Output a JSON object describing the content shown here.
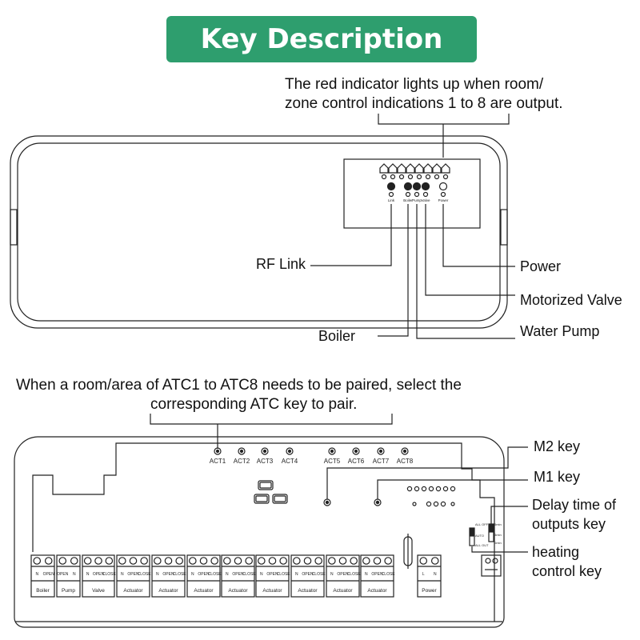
{
  "header": {
    "title": "Key Description"
  },
  "top_panel": {
    "caption_line1": "The red indicator lights up when room/",
    "caption_line2": "zone control indications 1 to 8 are output.",
    "callouts": {
      "rf_link": "RF Link",
      "boiler": "Boiler",
      "power": "Power",
      "motorized_valve": "Motorized Valve",
      "water_pump": "Water Pump"
    },
    "led_labels": {
      "link": "Link",
      "boiler": "Boiler",
      "pump": "Pump",
      "valve": "Valve",
      "power": "Power"
    }
  },
  "bottom_panel": {
    "caption_line1": "When a room/area of ATC1 to ATC8 needs to be paired, select the",
    "caption_line2": "corresponding ATC key to pair.",
    "act_keys": [
      "ACT1",
      "ACT2",
      "ACT3",
      "ACT4",
      "ACT5",
      "ACT6",
      "ACT7",
      "ACT8"
    ],
    "callouts": {
      "m2": "M2 key",
      "m1": "M1  key",
      "delay_line1": "Delay time of",
      "delay_line2": "outputs key",
      "heating_line1": "heating",
      "heating_line2": "control key"
    },
    "switch_labels": {
      "all_off": "ALL OFF",
      "auto": "AUTO",
      "all_out": "ALL OUT",
      "min_a": "5min",
      "min_b": "3min",
      "min_c": "0min"
    },
    "terminals": [
      {
        "pins": [
          "N",
          "OPEN"
        ],
        "name": "Boiler"
      },
      {
        "pins": [
          "OPEN",
          "N"
        ],
        "name": "Pump"
      },
      {
        "pins": [
          "N",
          "OPEN",
          "CLOSE"
        ],
        "name": "Valve"
      },
      {
        "pins": [
          "N",
          "OPEN",
          "CLOSE"
        ],
        "name": "Actuator"
      },
      {
        "pins": [
          "N",
          "OPEN",
          "CLOSE"
        ],
        "name": "Actuator"
      },
      {
        "pins": [
          "N",
          "OPEN",
          "CLOSE"
        ],
        "name": "Actuator"
      },
      {
        "pins": [
          "N",
          "OPEN",
          "CLOSE"
        ],
        "name": "Actuator"
      },
      {
        "pins": [
          "N",
          "OPEN",
          "CLOSE"
        ],
        "name": "Actuator"
      },
      {
        "pins": [
          "N",
          "OPEN",
          "CLOSE"
        ],
        "name": "Actuator"
      },
      {
        "pins": [
          "N",
          "OPEN",
          "CLOSE"
        ],
        "name": "Actuator"
      },
      {
        "pins": [
          "N",
          "OPEN",
          "CLOSE"
        ],
        "name": "Actuator"
      },
      {
        "pins": [
          "L",
          "N"
        ],
        "name": "Power"
      }
    ]
  },
  "colors": {
    "title_bg": "#2e9e6e",
    "title_text": "#ffffff",
    "line": "#222222"
  }
}
